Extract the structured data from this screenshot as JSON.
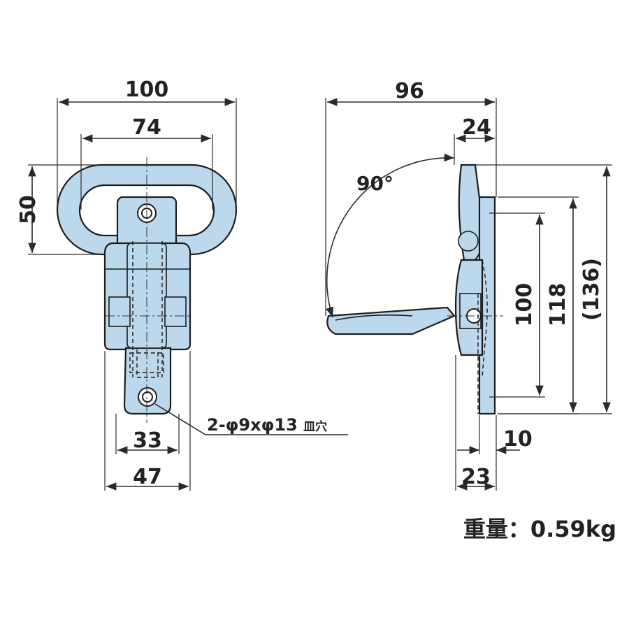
{
  "front_view": {
    "dims": {
      "overall_width": "100",
      "inner_width": "74",
      "ring_height": "50",
      "hole_spacing": "33",
      "base_width": "47"
    },
    "hole_callout": "2-φ9xφ13",
    "hole_callout_suffix": "皿穴"
  },
  "side_view": {
    "dims": {
      "overall_depth": "96",
      "plate_depth": "24",
      "angle": "90°",
      "hole_height": "100",
      "plate_height": "118",
      "overall_height": "(136)",
      "plate_thickness": "10",
      "base_depth": "23"
    }
  },
  "weight_text": "重量：0.59kg",
  "colors": {
    "part_fill": "#bcd8ec",
    "outline": "#1d1d1d"
  }
}
